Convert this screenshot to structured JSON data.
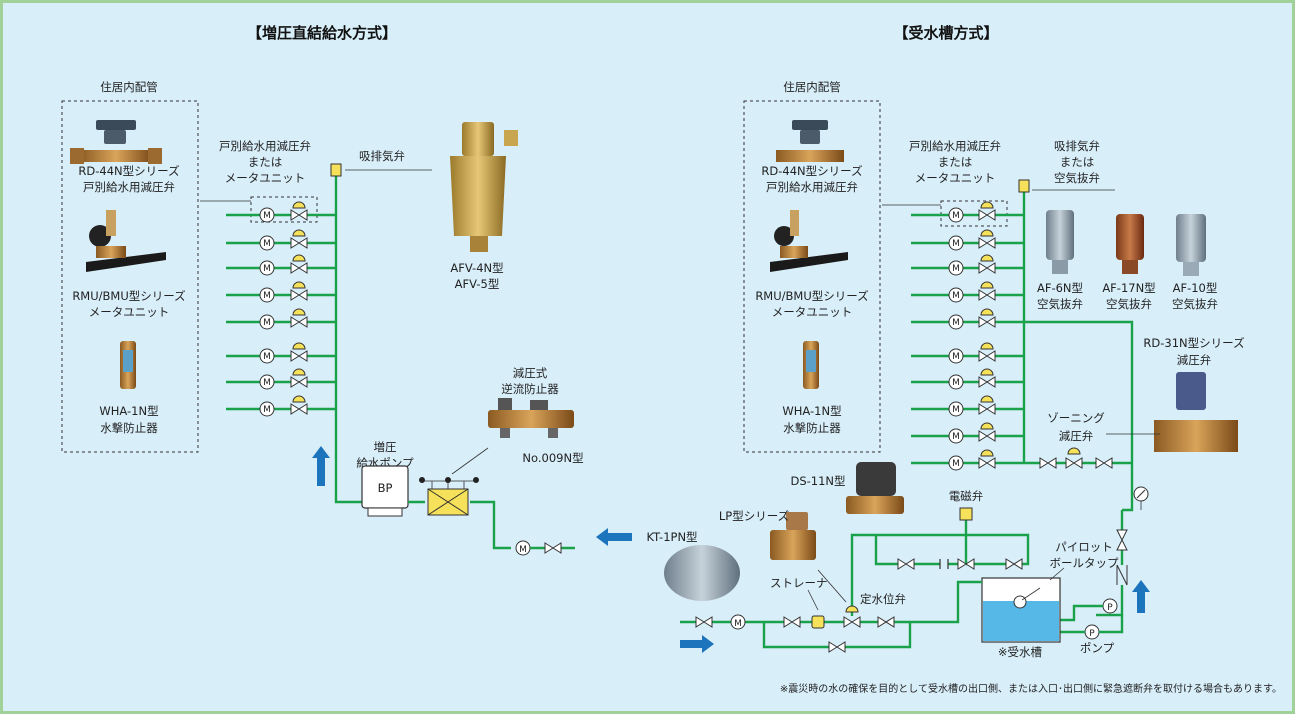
{
  "colors": {
    "background": "#d8eef9",
    "frame": "#9fd199",
    "pipe": "#1aa24a",
    "arrow": "#1c74bc",
    "water": "#55b8e6",
    "valve_fill": "#f6e15a"
  },
  "left": {
    "title": "【増圧直結給水方式】",
    "box_title": "住居内配管",
    "products": [
      {
        "line1": "RD-44N型シリーズ",
        "line2": "戸別給水用減圧弁"
      },
      {
        "line1": "RMU/BMU型シリーズ",
        "line2": "メータユニット"
      },
      {
        "line1": "WHA-1N型",
        "line2": "水撃防止器"
      }
    ],
    "callout_valve": [
      "戸別給水用減圧弁",
      "または",
      "メータユニット"
    ],
    "air_valve_label": "吸排気弁",
    "afv_model": [
      "AFV-4N型",
      "AFV-5型"
    ],
    "pump_label": [
      "増圧",
      "給水ポンプ"
    ],
    "bp": "BP",
    "backflow_label": [
      "減圧式",
      "逆流防止器"
    ],
    "backflow_model": "No.009N型",
    "meter_symbol": "M"
  },
  "right": {
    "title": "【受水槽方式】",
    "box_title": "住居内配管",
    "products": [
      {
        "line1": "RD-44N型シリーズ",
        "line2": "戸別給水用減圧弁"
      },
      {
        "line1": "RMU/BMU型シリーズ",
        "line2": "メータユニット"
      },
      {
        "line1": "WHA-1N型",
        "line2": "水撃防止器"
      }
    ],
    "callout_valve": [
      "戸別給水用減圧弁",
      "または",
      "メータユニット"
    ],
    "air_valve_label": [
      "吸排気弁",
      "または",
      "空気抜弁"
    ],
    "af_products": [
      {
        "line1": "AF-6N型",
        "line2": "空気抜弁"
      },
      {
        "line1": "AF-17N型",
        "line2": "空気抜弁"
      },
      {
        "line1": "AF-10型",
        "line2": "空気抜弁"
      }
    ],
    "rd31": [
      "RD-31N型シリーズ",
      "減圧弁"
    ],
    "zoning": [
      "ゾーニング",
      "減圧弁"
    ],
    "ds11": "DS-11N型",
    "solenoid": "電磁弁",
    "lp": "LP型シリーズ",
    "kt": "KT-1PN型",
    "strainer": "ストレーナ",
    "level_valve": "定水位弁",
    "pilot": [
      "パイロット",
      "ボールタップ"
    ],
    "tank": "※受水槽",
    "pump": "ポンプ",
    "pump_symbol": "P",
    "meter_symbol": "M"
  },
  "footnote": "※震災時の水の確保を目的として受水槽の出口側、または入口･出口側に緊急遮断弁を取付ける場合もあります。"
}
